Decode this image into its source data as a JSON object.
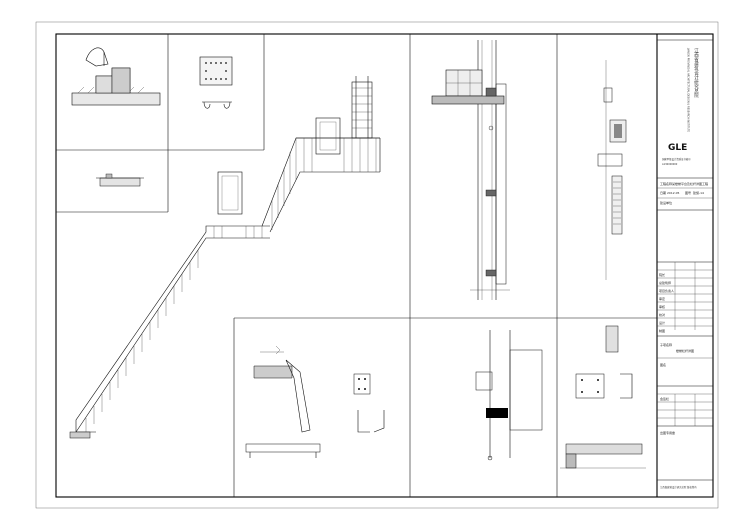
{
  "title_block": {
    "firm_name": "江西省建筑设计研究总院",
    "firm_name_en": "JIANGXI PROVINCIAL ARCHITECTURAL DESIGN & RESEARCH INSTITUTE",
    "logo_text": "GLE",
    "logo_caption": "国家甲级设计资质证书编号",
    "logo_caption_2": "A136000000",
    "project_label": "工程名称",
    "project_value": "某楼梯平台及栏杆详图工程",
    "drawing_label": "图名",
    "drawing_value": "楼梯栏杆详图",
    "date_label": "日期",
    "date_value": "2012.05",
    "number_label": "图号",
    "number_value": "建施-14",
    "seal_label": "出图专用章",
    "bottom_label": "江西省建筑设计研究总院 版权所有"
  },
  "rows": [
    {
      "label": "院长",
      "value": ""
    },
    {
      "label": "总建筑师",
      "value": ""
    },
    {
      "label": "项目负责人",
      "value": ""
    },
    {
      "label": "审定",
      "value": ""
    },
    {
      "label": "审核",
      "value": ""
    },
    {
      "label": "校对",
      "value": ""
    },
    {
      "label": "设计",
      "value": ""
    },
    {
      "label": "制图",
      "value": ""
    }
  ],
  "side_notes": {
    "note_1": "建设单位",
    "note_2": "子项名称",
    "note_3": "会签栏"
  }
}
